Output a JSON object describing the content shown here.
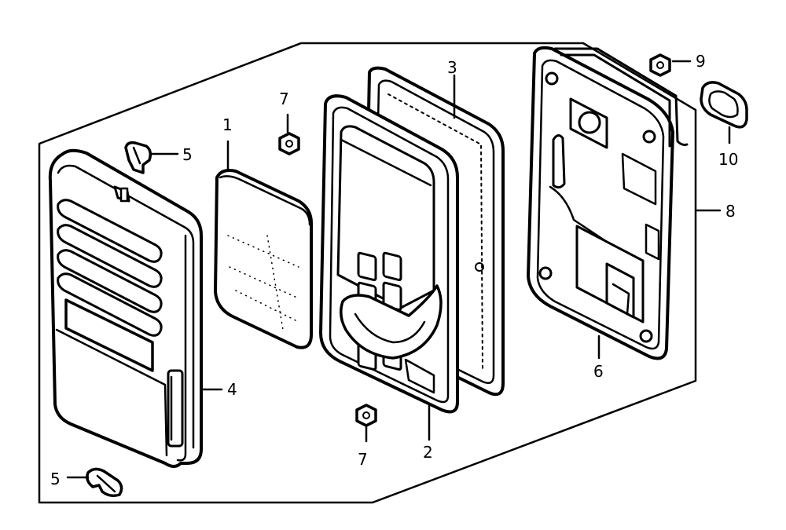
{
  "diagram": {
    "callouts": [
      {
        "id": "callout-1",
        "label": "1"
      },
      {
        "id": "callout-2",
        "label": "2"
      },
      {
        "id": "callout-3",
        "label": "3"
      },
      {
        "id": "callout-4",
        "label": "4"
      },
      {
        "id": "callout-5-top",
        "label": "5"
      },
      {
        "id": "callout-5-bottom",
        "label": "5"
      },
      {
        "id": "callout-6",
        "label": "6"
      },
      {
        "id": "callout-7-top",
        "label": "7"
      },
      {
        "id": "callout-7-bottom",
        "label": "7"
      },
      {
        "id": "callout-8",
        "label": "8"
      },
      {
        "id": "callout-9",
        "label": "9"
      },
      {
        "id": "callout-10",
        "label": "10"
      }
    ]
  }
}
